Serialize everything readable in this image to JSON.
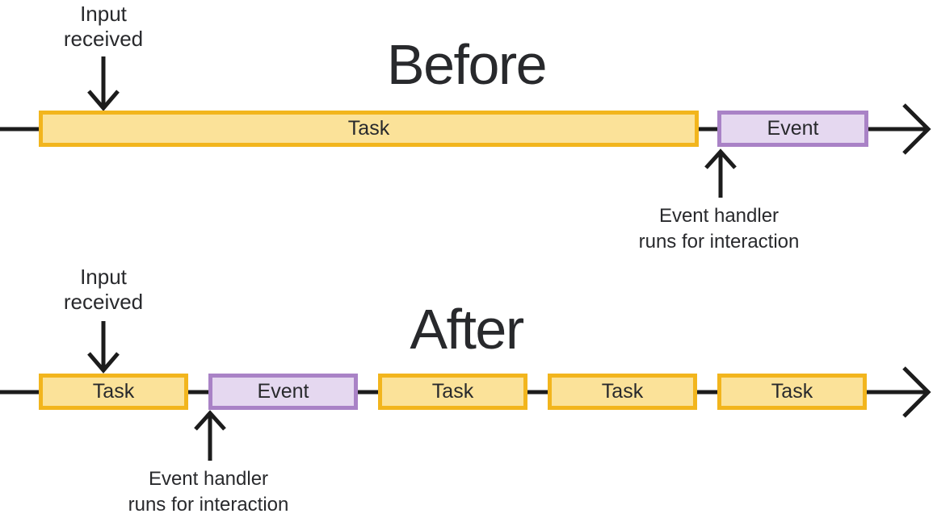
{
  "colors": {
    "task_fill": "#FBE299",
    "task_border": "#F2B51D",
    "event_fill": "#E5D8F0",
    "event_border": "#A982C6",
    "line": "#1C1C1C",
    "text": "#28292C"
  },
  "before": {
    "title": "Before",
    "input_label": "Input\nreceived",
    "event_handler_label": "Event handler\nruns for interaction",
    "boxes": [
      {
        "label": "Task",
        "type": "task"
      },
      {
        "label": "Event",
        "type": "event"
      }
    ]
  },
  "after": {
    "title": "After",
    "input_label": "Input\nreceived",
    "event_handler_label": "Event handler\nruns for interaction",
    "boxes": [
      {
        "label": "Task",
        "type": "task"
      },
      {
        "label": "Event",
        "type": "event"
      },
      {
        "label": "Task",
        "type": "task"
      },
      {
        "label": "Task",
        "type": "task"
      },
      {
        "label": "Task",
        "type": "task"
      }
    ]
  }
}
